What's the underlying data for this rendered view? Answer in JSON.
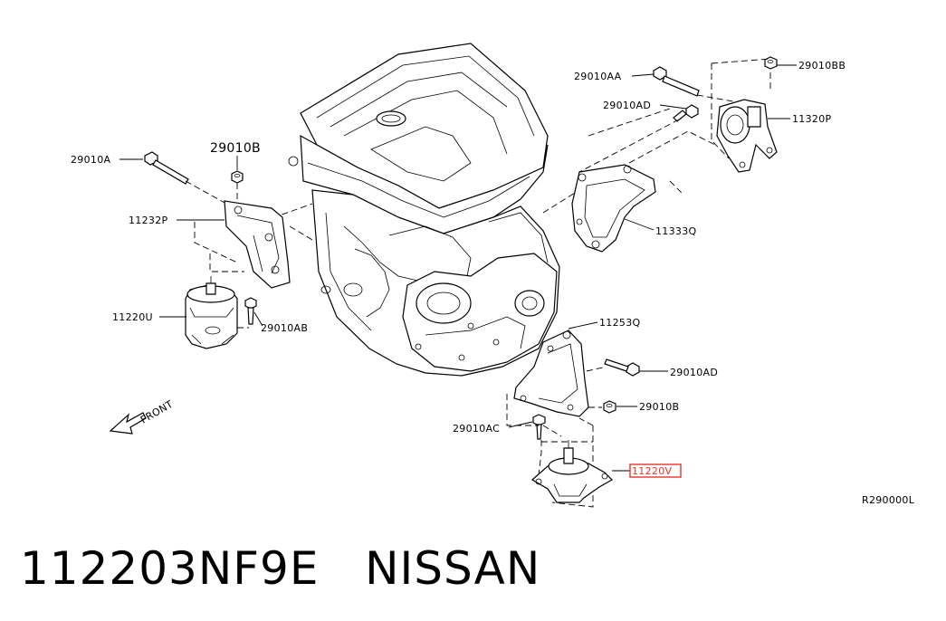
{
  "diagram": {
    "labels": {
      "p29010A": "29010A",
      "p29010B_top": "29010B",
      "p11232P": "11232P",
      "p11220U": "11220U",
      "p29010AB": "29010AB",
      "p29010AA": "29010AA",
      "p29010AD_top": "29010AD",
      "p29010BB": "29010BB",
      "p11320P": "11320P",
      "p11333Q": "11333Q",
      "p11253Q": "11253Q",
      "p29010AD_bottom": "29010AD",
      "p29010B_bottom": "29010B",
      "p29010AC": "29010AC",
      "p11220V": "11220V",
      "front": "FRONT",
      "ref": "R290000L"
    },
    "highlight_color": "#e8332a"
  },
  "caption": {
    "part_number": "112203NF9E",
    "brand": "NISSAN"
  }
}
